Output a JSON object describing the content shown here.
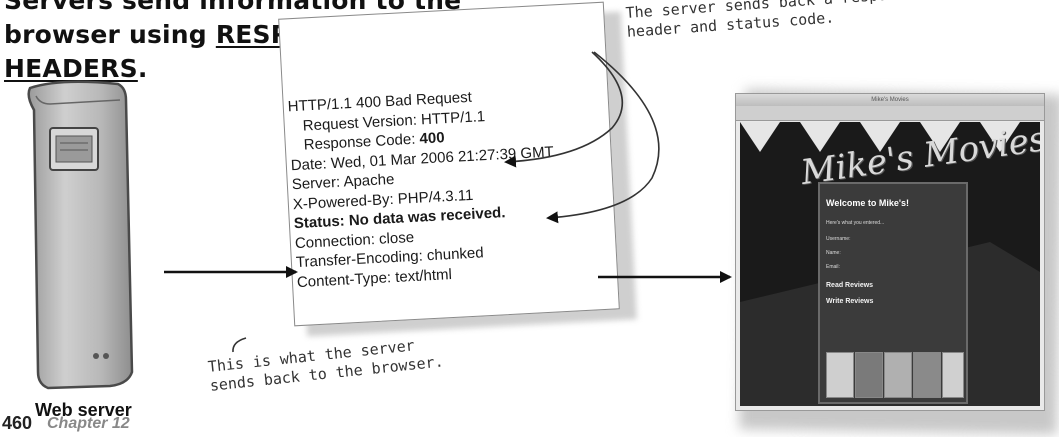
{
  "heading": {
    "line1": "Servers send information to the",
    "line2_prefix": "browser using ",
    "line2_word1": "RESPONSE",
    "line2_word2": "HEADERS",
    "line2_suffix": "."
  },
  "annotation_top": {
    "line1": "The server sends back a response",
    "line2": "header and status code."
  },
  "annotation_bottom": {
    "line1": "This is what the server",
    "line2": "sends back to the browser."
  },
  "response": {
    "status_line": "HTTP/1.1 400 Bad Request",
    "request_version": "Request Version: HTTP/1.1",
    "response_code_label": "Response Code: ",
    "response_code_value": "400",
    "date": "Date: Wed, 01 Mar 2006 21:27:39 GMT",
    "server": "Server: Apache",
    "powered_by": "X-Powered-By: PHP/4.3.11",
    "status": "Status: No data was received.",
    "connection": "Connection: close",
    "transfer_encoding": "Transfer-Encoding: chunked",
    "content_type": "Content-Type: text/html"
  },
  "server_label": "Web server",
  "browser": {
    "window_title": "Mike's Movies",
    "site_title": "Mike's Movies",
    "welcome": "Welcome to Mike's!",
    "intro": "Here's what you entered...",
    "field1": "Username:",
    "field2": "Name:",
    "field3": "Email:",
    "link1": "Read Reviews",
    "link2": "Write Reviews"
  },
  "footer": {
    "page_number": "460",
    "chapter": "Chapter 12"
  }
}
